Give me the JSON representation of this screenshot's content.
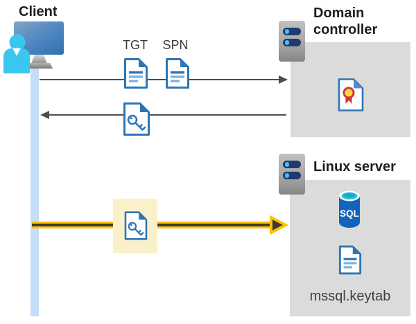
{
  "client": {
    "label": "Client"
  },
  "flow": {
    "tgt_label": "TGT",
    "spn_label": "SPN"
  },
  "domain_controller": {
    "label": "Domain controller"
  },
  "linux_server": {
    "label": "Linux server",
    "sql_badge": "SQL",
    "keytab_label": "mssql.keytab"
  },
  "colors": {
    "doc_blue": "#2E75B6",
    "doc_line_light": "#7FB0E0",
    "arrow_gray": "#4D4D4D",
    "arrow_yellow": "#FFC100",
    "arrow_core_dark": "#3B3B3B",
    "highlight_yellow": "#FAF1CB",
    "box_gray": "#DBDBDB",
    "lifeline_blue": "#C4DDF8",
    "server_navy": "#1E3A6E",
    "server_led_cyan": "#46C2EA",
    "person_cyan": "#3AC7EF",
    "sql_body_blue": "#1263BB",
    "sql_top_cyan": "#2BC1DF",
    "cert_red": "#D13438",
    "cert_gold": "#FFD83B"
  }
}
